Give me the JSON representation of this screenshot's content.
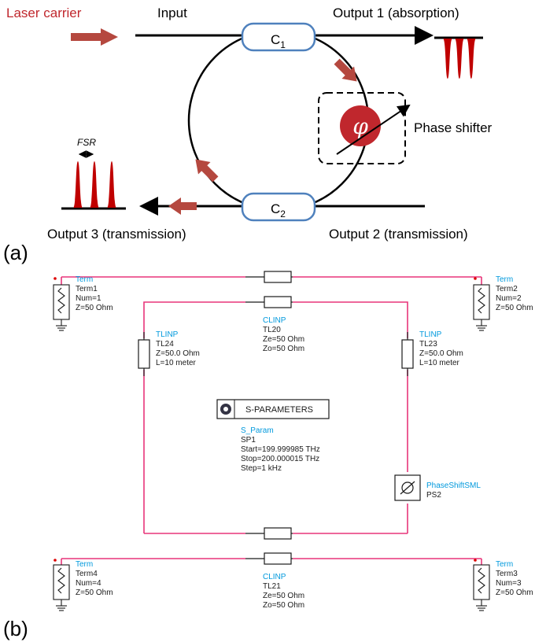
{
  "panel_a": {
    "label": "(a)",
    "laser_carrier": "Laser carrier",
    "input": "Input",
    "output1": "Output 1 (absorption)",
    "output2": "Output 2 (transmission)",
    "output3": "Output 3 (transmission)",
    "phase_shifter": "Phase shifter",
    "phi": "φ",
    "fsr": "FSR",
    "c1": "C",
    "c1_sub": "1",
    "c2": "C",
    "c2_sub": "2"
  },
  "panel_b": {
    "label": "(b)",
    "term1": [
      "Term",
      "Term1",
      "Num=1",
      "Z=50 Ohm"
    ],
    "term2": [
      "Term",
      "Term2",
      "Num=2",
      "Z=50 Ohm"
    ],
    "term3": [
      "Term",
      "Term3",
      "Num=3",
      "Z=50 Ohm"
    ],
    "term4": [
      "Term",
      "Term4",
      "Num=4",
      "Z=50 Ohm"
    ],
    "clinp_top": [
      "CLINP",
      "TL20",
      "Ze=50 Ohm",
      "Zo=50 Ohm"
    ],
    "clinp_bottom": [
      "CLINP",
      "TL21",
      "Ze=50 Ohm",
      "Zo=50 Ohm"
    ],
    "tlinp_left": [
      "TLINP",
      "TL24",
      "Z=50.0 Ohm",
      "L=10 meter"
    ],
    "tlinp_right": [
      "TLINP",
      "TL23",
      "Z=50.0 Ohm",
      "L=10 meter"
    ],
    "sparams_title": "S-PARAMETERS",
    "sparams": [
      "S_Param",
      "SP1",
      "Start=199.999985 THz",
      "Stop=200.000015 THz",
      "Step=1 kHz"
    ],
    "phaseshift": [
      "PhaseShiftSML",
      "PS2"
    ]
  },
  "colors": {
    "wire": "#e8357a",
    "ring_coupler": "#4f81bd",
    "arrow": "#b5483f",
    "phi_circle": "#c0272d",
    "peak": "#c00000",
    "schematic_label": "#0099dd"
  }
}
